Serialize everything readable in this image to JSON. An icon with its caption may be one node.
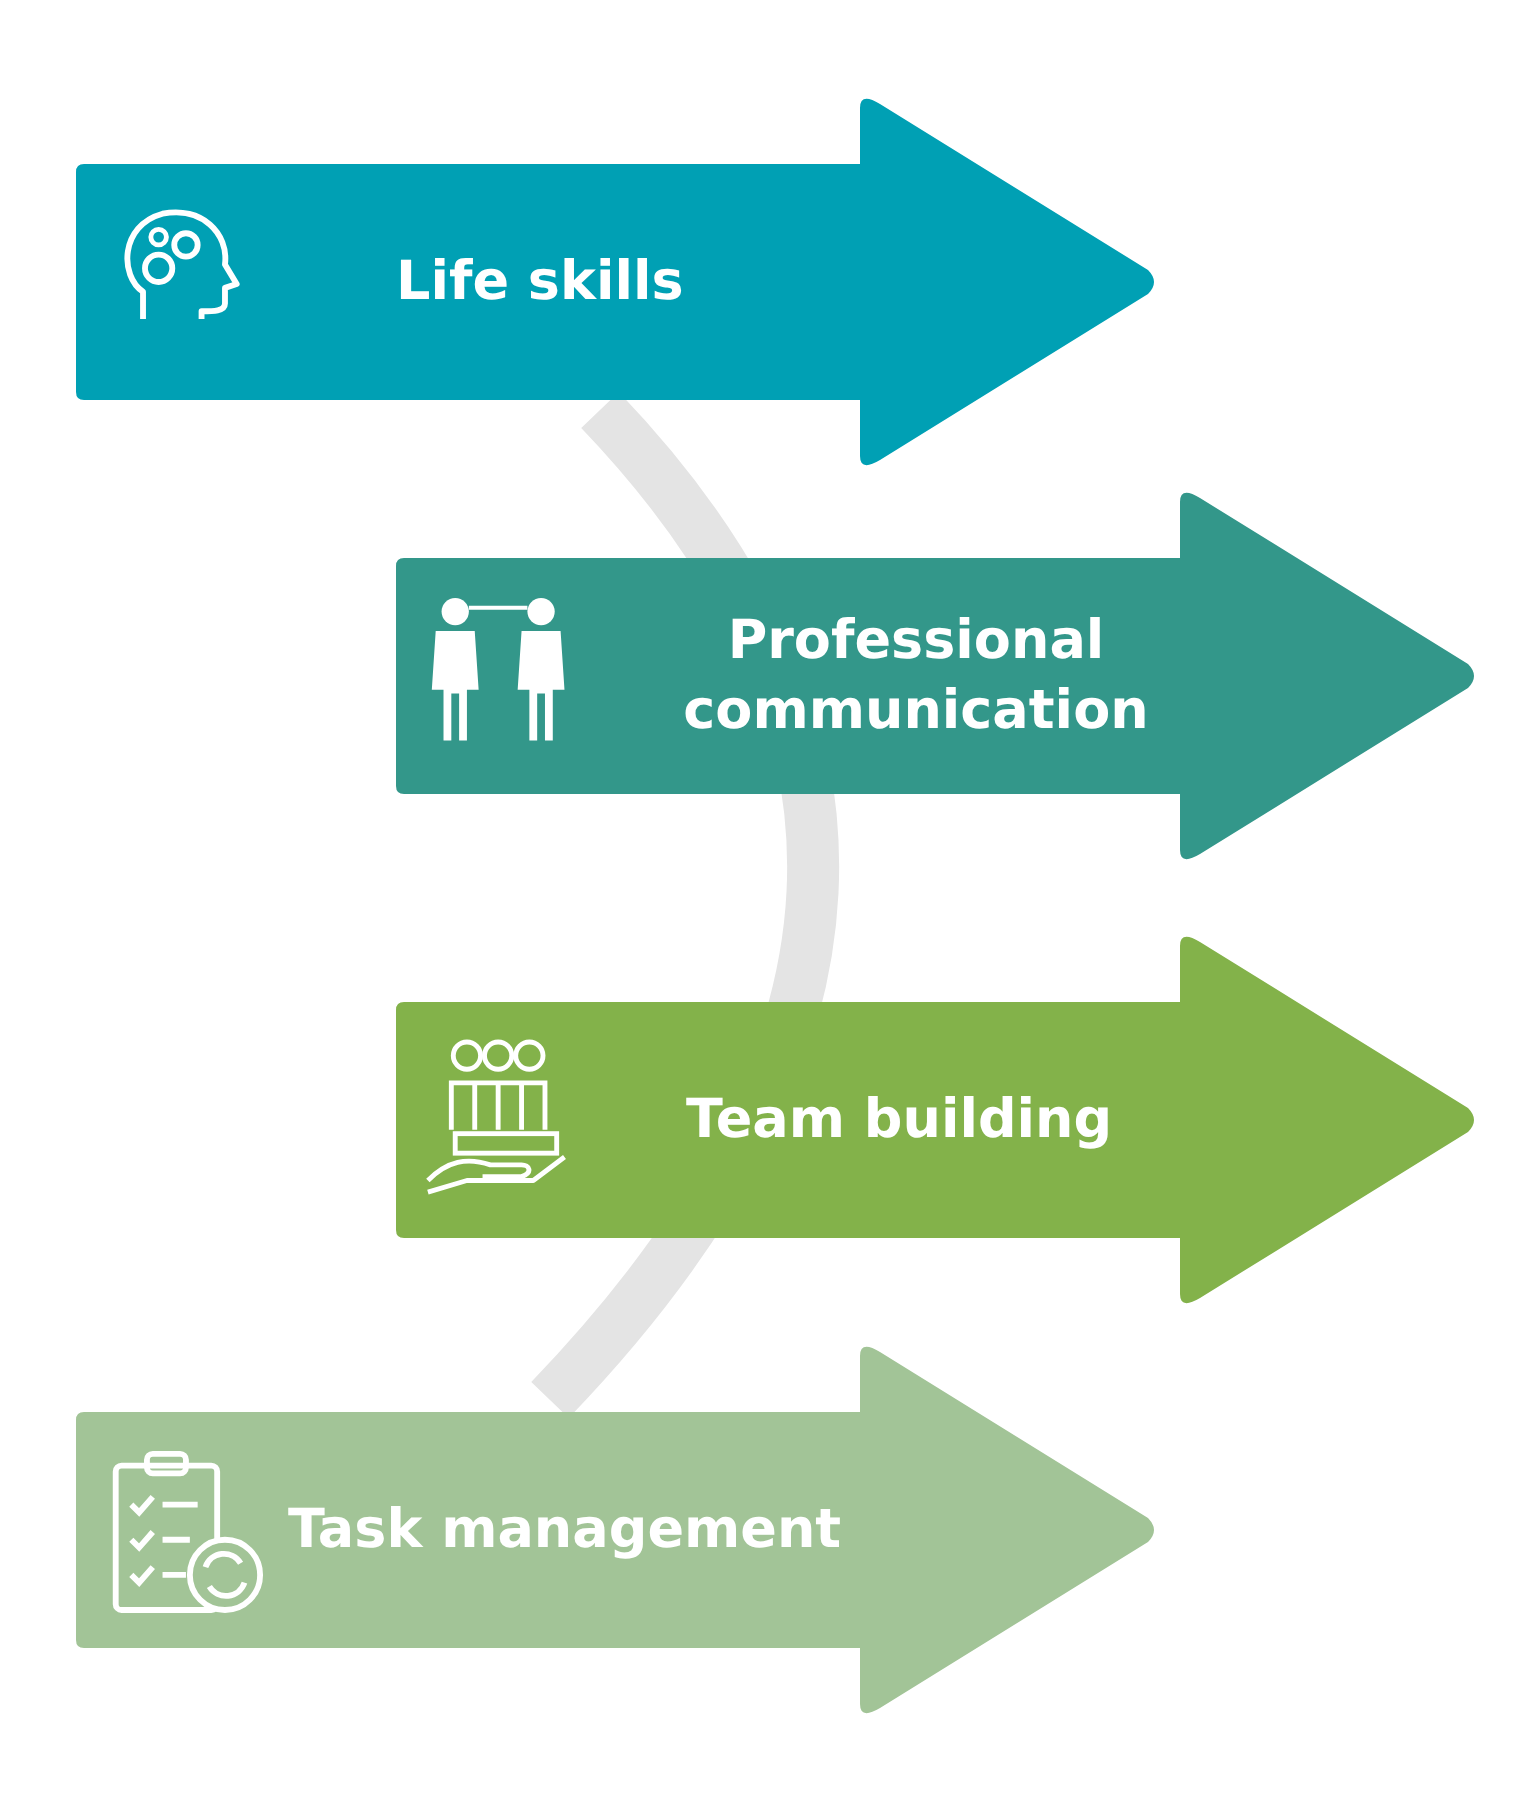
{
  "diagram": {
    "nodes": [
      {
        "text": [
          "Life skills"
        ]
      },
      {
        "text": [
          "Professional communication"
        ]
      },
      {
        "text": [
          "Team building"
        ]
      },
      {
        "text": [
          "Task management"
        ]
      }
    ]
  }
}
